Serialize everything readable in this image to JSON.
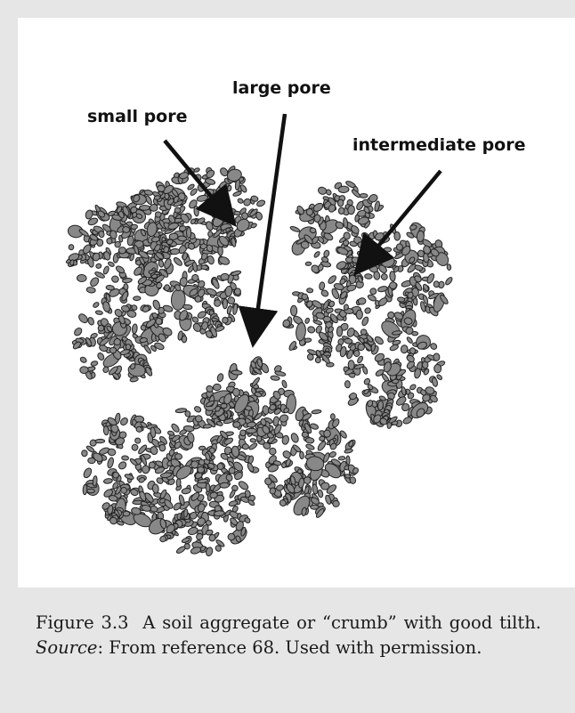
{
  "figure": {
    "labels": {
      "large_pore": "large pore",
      "small_pore": "small pore",
      "intermediate_pore": "intermediate pore"
    },
    "caption": {
      "number": "Figure 3.3",
      "text": "A soil aggregate or “crumb” with good tilth.",
      "source_label": "Source",
      "source_text": ": From reference 68. Used with permission."
    },
    "colors": {
      "particle_fill": "#888888",
      "particle_stroke": "#222222",
      "background": "#e6e6e6",
      "panel": "#ffffff"
    }
  }
}
